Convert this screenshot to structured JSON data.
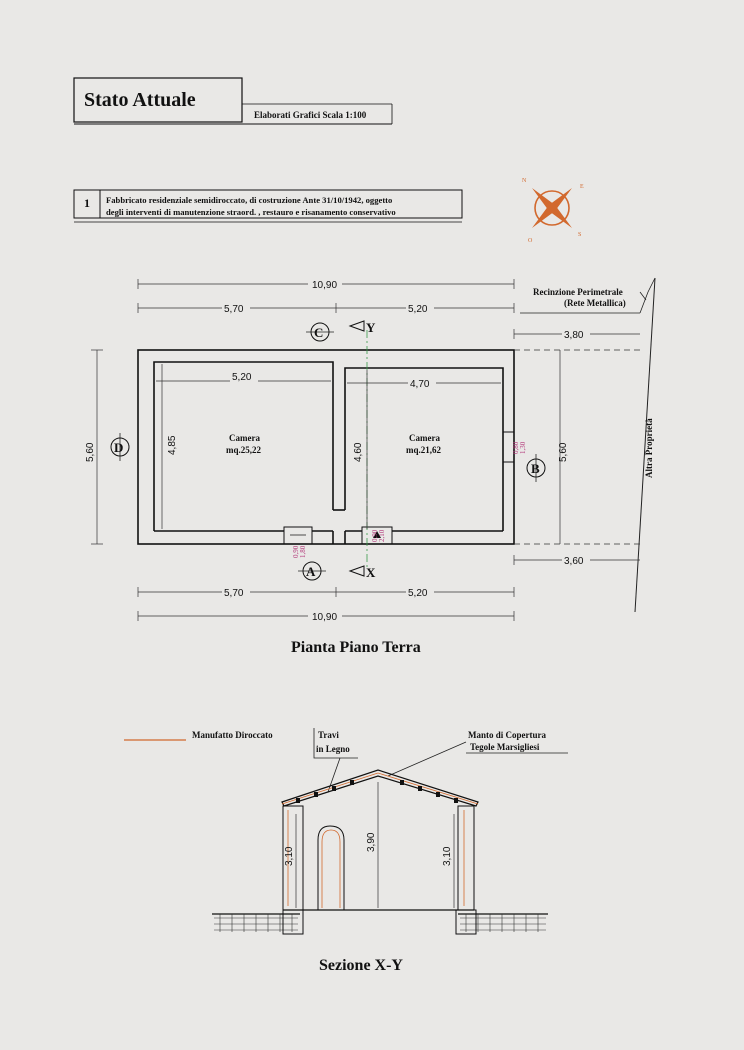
{
  "title_block": {
    "title": "Stato Attuale",
    "subtitle": "Elaborati Grafici Scala 1:100"
  },
  "description": {
    "number": "1",
    "line1": "Fabbricato residenziale semidiroccato, di costruzione Ante 31/10/1942, oggetto",
    "line2": "degli interventi di manutenzione straord. , restauro e risanamento conservativo"
  },
  "colors": {
    "accent": "#d2692e",
    "magenta": "#b3387a",
    "green": "#3a9a4a"
  },
  "plan": {
    "title": "Pianta Piano Terra",
    "dims_top": {
      "total": "10,90",
      "left": "5,70",
      "right": "5,20",
      "right_ext": "3,80"
    },
    "dims_bottom": {
      "total": "10,90",
      "left": "5,70",
      "right": "5,20",
      "right_ext": "3,60"
    },
    "dims_inner": {
      "room1_width": "5,20",
      "room2_width": "4,70",
      "room1_height": "4,85",
      "room2_height": "4,60"
    },
    "dims_side": {
      "left": "5,60",
      "right": "5,60"
    },
    "room1": {
      "name": "Camera",
      "area": "mq.25,22"
    },
    "room2": {
      "name": "Camera",
      "area": "mq.21,62"
    },
    "markers": {
      "a": "A",
      "b": "B",
      "c": "C",
      "d": "D",
      "x": "X",
      "y": "Y"
    },
    "openings": {
      "a_top": "0,90",
      "a_bottom": "1,80",
      "door_top": "0,90",
      "door_bottom": "2,10",
      "b_top": "0,80",
      "b_bottom": "1,30"
    },
    "fence": {
      "line1": "Recinzione Perimetrale",
      "line2": "(Rete Metallica)"
    },
    "neighbor": "Altra Proprietà"
  },
  "section": {
    "title": "Sezione X-Y",
    "legend": "Manufatto Diroccato",
    "travi": {
      "line1": "Travi",
      "line2": "in Legno"
    },
    "manto": {
      "line1": "Manto di Copertura",
      "line2": "Tegole Marsigliesi"
    },
    "heights": {
      "left": "3,10",
      "center": "3,90",
      "right": "3,10"
    }
  },
  "compass": {
    "n": "N",
    "e": "E",
    "s": "S",
    "o": "O"
  }
}
